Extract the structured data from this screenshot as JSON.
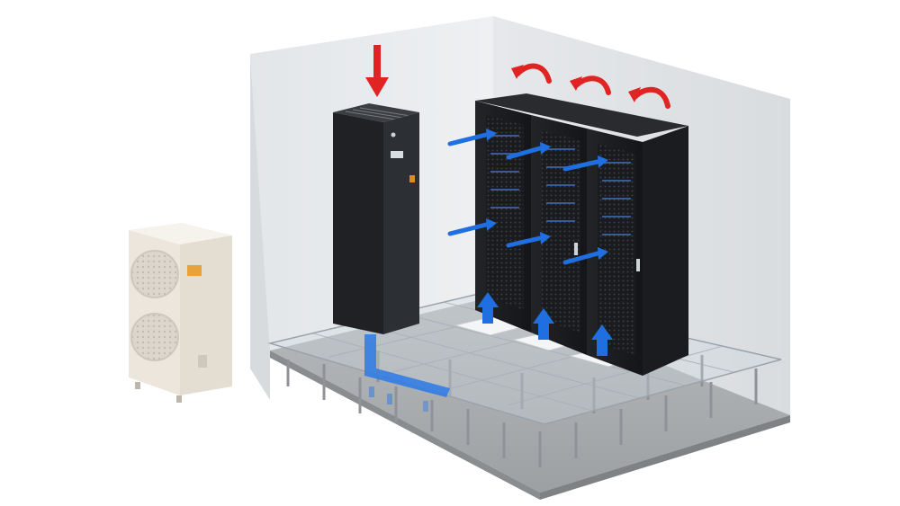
{
  "scene": {
    "subject": "data-center-cooling-airflow",
    "airflow": {
      "supply_color": "#1f6fe0",
      "return_color": "#e02424",
      "return_arrows": 4,
      "supply_arrows_front": 6,
      "supply_arrows_floor": 3
    },
    "components": [
      "outdoor-condensing-unit",
      "indoor-crac-unit",
      "server-rack-row",
      "raised-floor",
      "perforated-floor-tiles"
    ],
    "colors": {
      "wall": "#eef0f2",
      "floor": "#a9acaf",
      "rack": "#1c1d20",
      "crac": "#2a2c30",
      "outdoor_unit": "#efe9e1"
    }
  }
}
